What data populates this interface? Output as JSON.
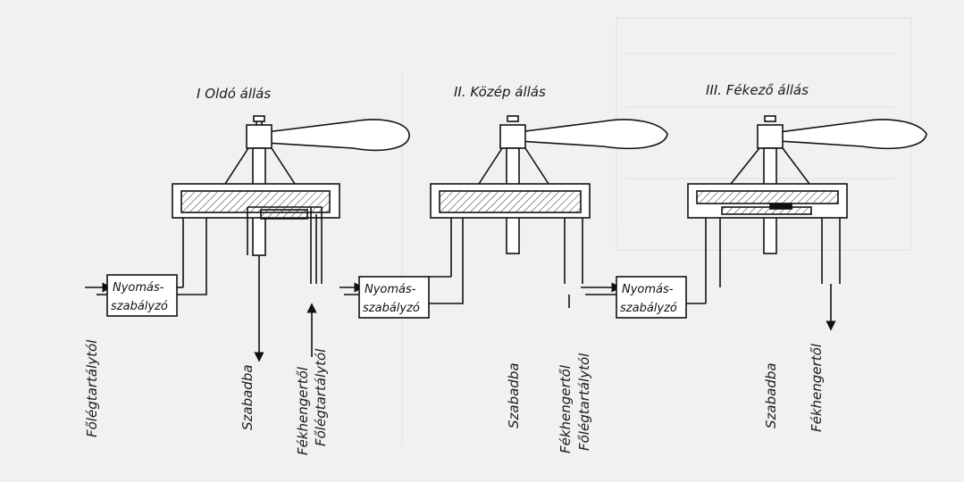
{
  "titles": {
    "release": "I Oldó állás",
    "middle": "II. Közép állás",
    "brake": "III. Fékező állás"
  },
  "regulator": {
    "line1": "Nyomás-",
    "line2": "szabályzó"
  },
  "labels": {
    "from_main_tank": "Főlégtartálytól",
    "to_free": "Szabadba",
    "from_brake_cyl": "Fékhengertől",
    "colors": {
      "ink": "#111111",
      "paper": "#f1f1ef",
      "hatch": "#333333"
    }
  }
}
